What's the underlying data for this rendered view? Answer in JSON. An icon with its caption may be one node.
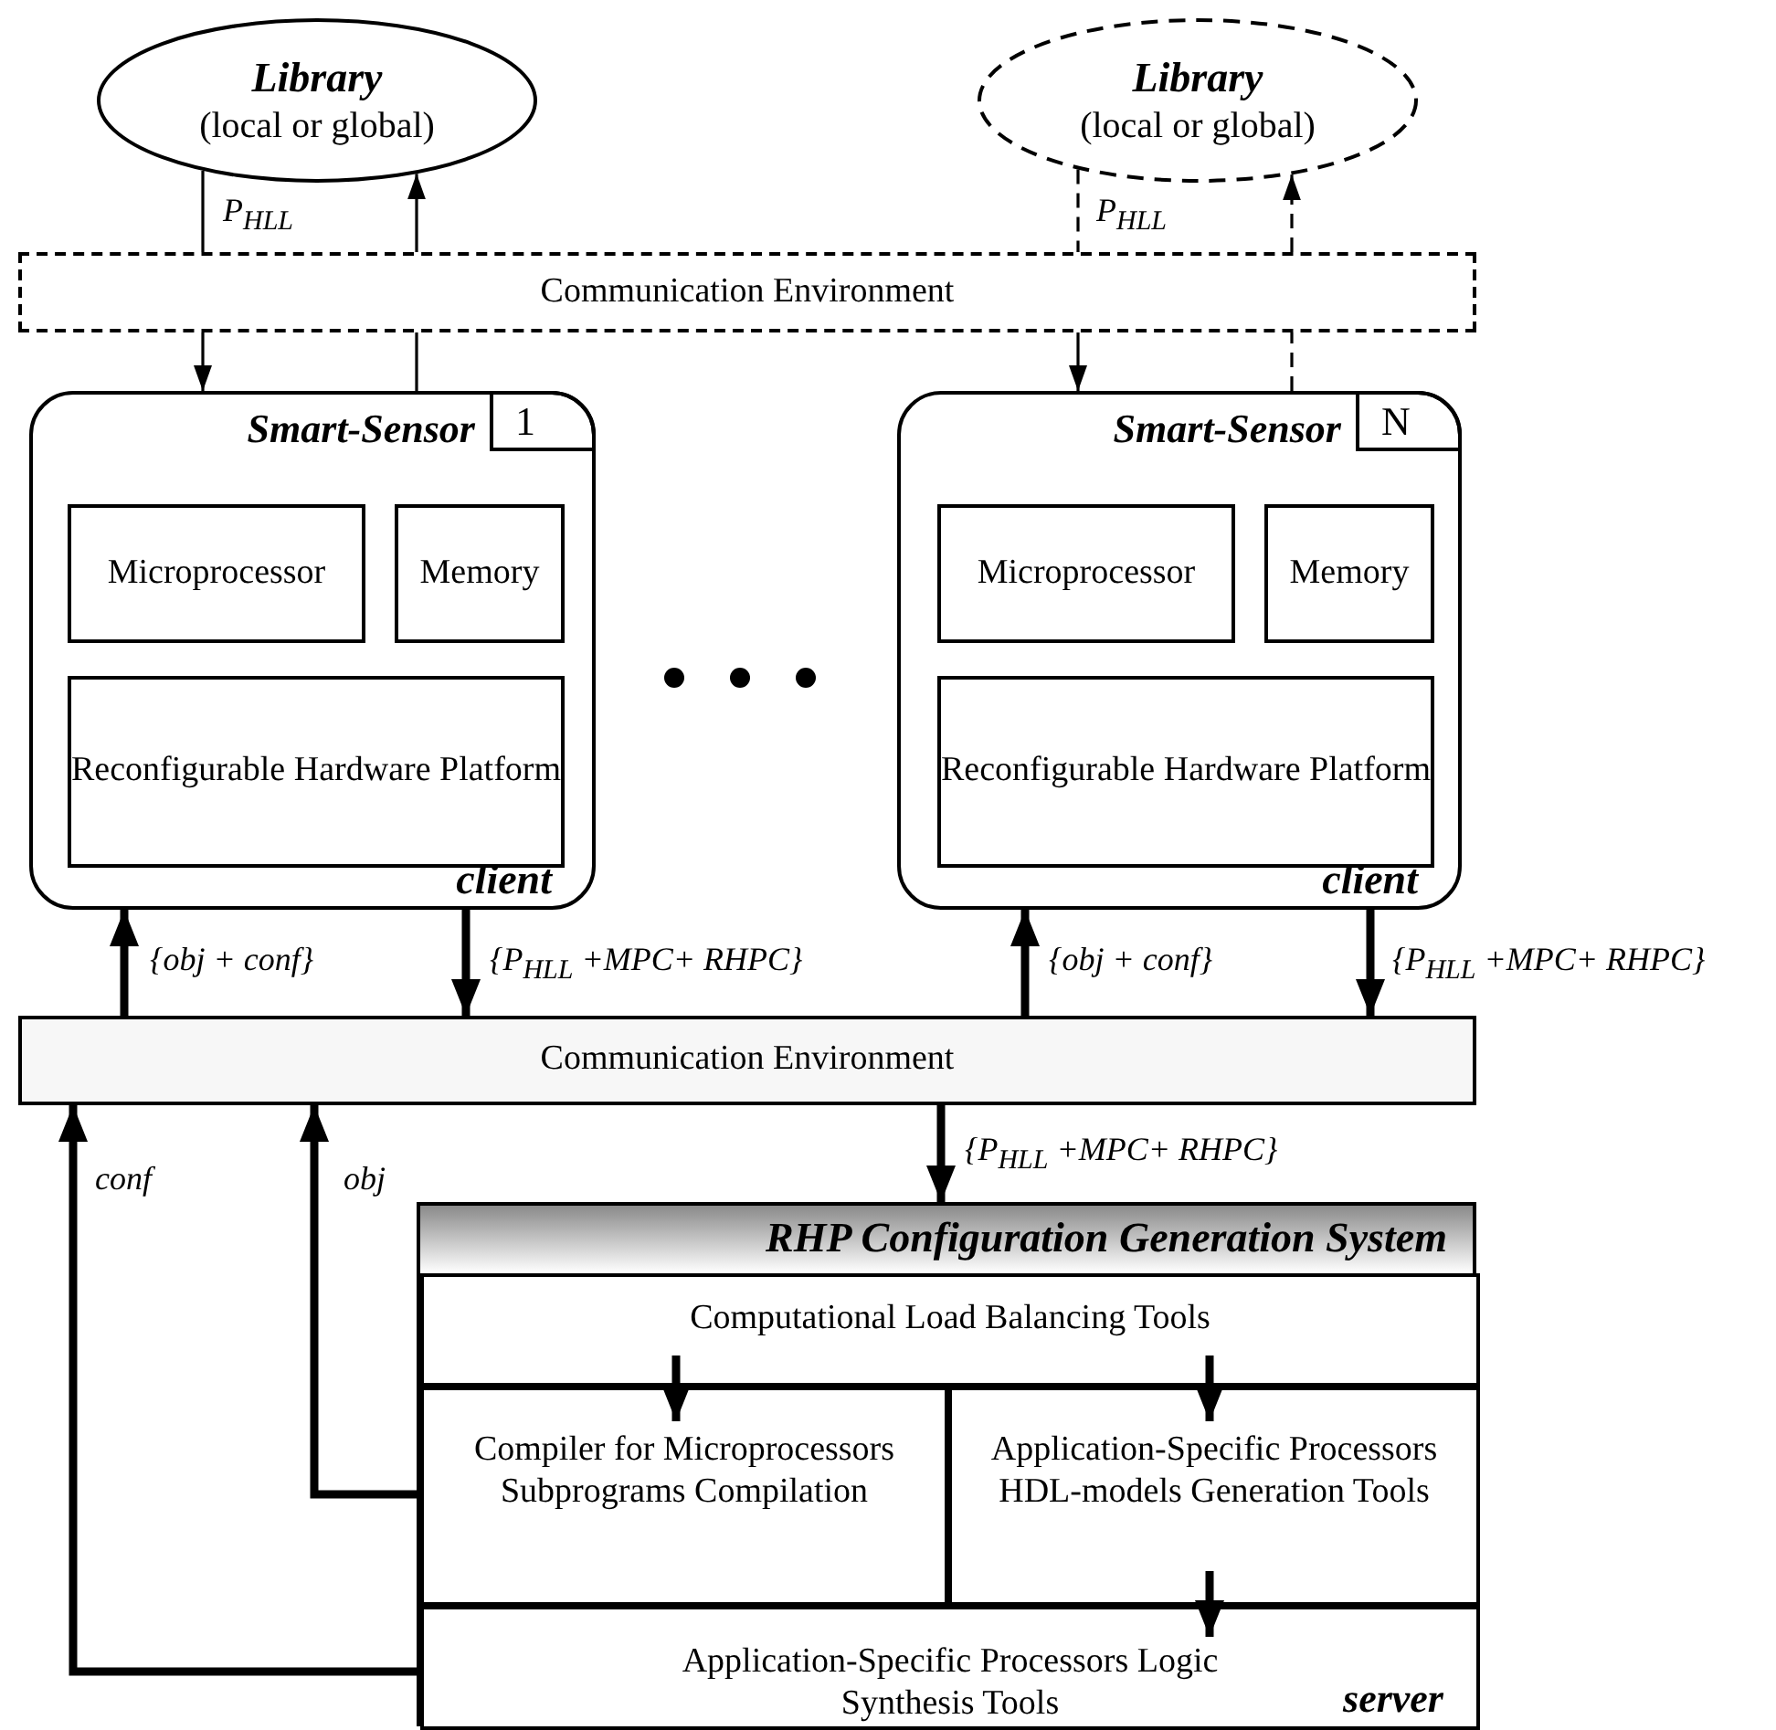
{
  "diagram": {
    "nodes": [
      {
        "text": [
          "Library",
          "(local or global)"
        ]
      },
      {
        "text": [
          "Library",
          "(local or global)"
        ]
      },
      {
        "text": [
          "Communication Environment"
        ]
      },
      {
        "text": [
          "Smart-Sensor",
          "1",
          "client"
        ]
      },
      {
        "text": [
          "Microprocessor"
        ],
        "in": 3
      },
      {
        "text": [
          "Memory"
        ],
        "in": 3
      },
      {
        "text": [
          "Reconfigurable Hardware Platform"
        ],
        "in": 3
      },
      {
        "text": [
          "Smart-Sensor",
          "N",
          "client"
        ]
      },
      {
        "text": [
          "Microprocessor"
        ],
        "in": 7
      },
      {
        "text": [
          "Memory"
        ],
        "in": 7
      },
      {
        "text": [
          "Reconfigurable Hardware Platform"
        ],
        "in": 7
      },
      {
        "text": [
          "Communication Environment"
        ]
      },
      {
        "text": [
          "RHP Configuration Generation System"
        ]
      },
      {
        "text": [
          "Computational Load Balancing Tools"
        ],
        "in": 12
      },
      {
        "text": [
          "Compiler for Microprocessors Subprograms Compilation"
        ],
        "in": 12
      },
      {
        "text": [
          "Application-Specific Processors HDL-models Generation Tools"
        ],
        "in": 12
      },
      {
        "text": [
          "Application-Specific Processors Logic Synthesis Tools",
          "server"
        ],
        "in": 12
      }
    ],
    "edges": [
      {
        "from": 0,
        "to": 2,
        "arrow": "none",
        "label": "P$_{HLL}$"
      },
      {
        "from": 2,
        "to": 0,
        "arrow": "to"
      },
      {
        "from": 1,
        "to": 2,
        "arrow": "none",
        "label": "P$_{HLL}$",
        "style": "dashed"
      },
      {
        "from": 2,
        "to": 1,
        "arrow": "to",
        "style": "dashed"
      },
      {
        "from": 2,
        "to": 3,
        "arrow": "to"
      },
      {
        "from": 3,
        "to": 2,
        "arrow": "none"
      },
      {
        "from": 2,
        "to": 7,
        "arrow": "to"
      },
      {
        "from": 7,
        "to": 2,
        "arrow": "none",
        "style": "dashed"
      },
      {
        "from": 11,
        "to": 3,
        "arrow": "to",
        "label": "{obj + conf}"
      },
      {
        "from": 3,
        "to": 11,
        "arrow": "to",
        "label": "{P$_{HLL}$ +MPC+ RHPC}"
      },
      {
        "from": 11,
        "to": 7,
        "arrow": "to",
        "label": "{obj + conf}"
      },
      {
        "from": 7,
        "to": 11,
        "arrow": "to",
        "label": "{P$_{HLL}$ +MPC+ RHPC}"
      },
      {
        "from": 11,
        "to": 12,
        "arrow": "to",
        "label": "{P$_{HLL}$ +MPC+ RHPC}"
      },
      {
        "from": 16,
        "to": 11,
        "arrow": "to",
        "label": "conf"
      },
      {
        "from": 14,
        "to": 11,
        "arrow": "to",
        "label": "obj"
      },
      {
        "from": 13,
        "to": 14,
        "arrow": "to"
      },
      {
        "from": 13,
        "to": 15,
        "arrow": "to"
      },
      {
        "from": 15,
        "to": 16,
        "arrow": "to"
      }
    ]
  }
}
